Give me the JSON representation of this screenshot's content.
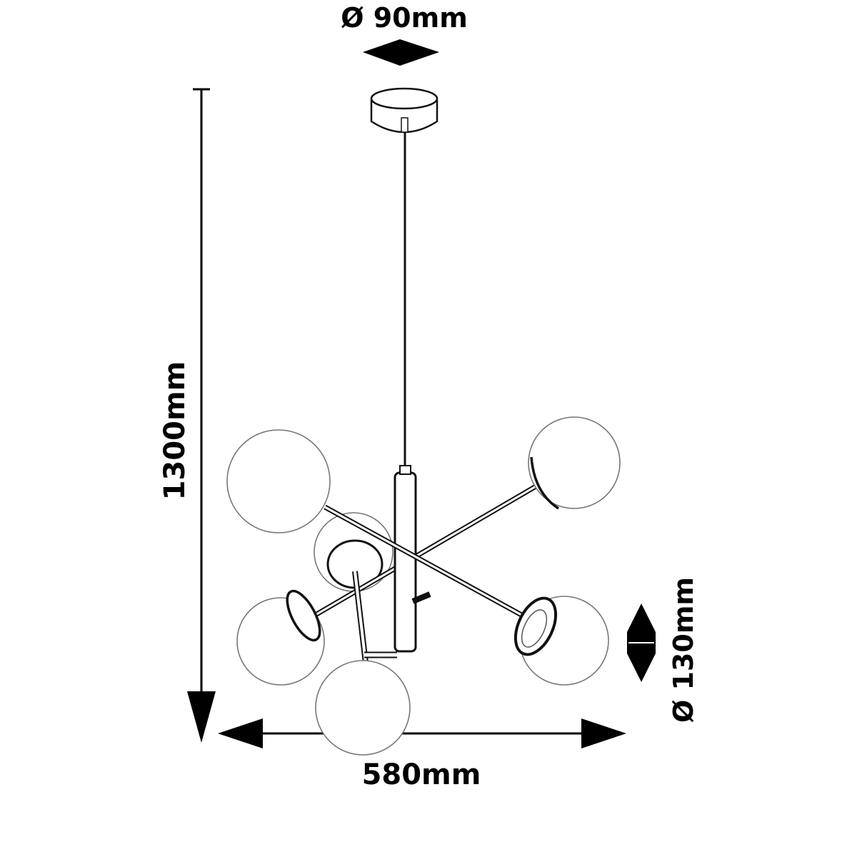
{
  "title": "Pendant lamp dimension drawing",
  "dimensions": {
    "canopy_diameter": "Ø 90mm",
    "total_height": "1300mm",
    "globe_diameter": "Ø 130mm",
    "total_width": "580mm"
  },
  "colors": {
    "ink": "#000000",
    "globe_outline": "#777777",
    "background": "#ffffff"
  }
}
